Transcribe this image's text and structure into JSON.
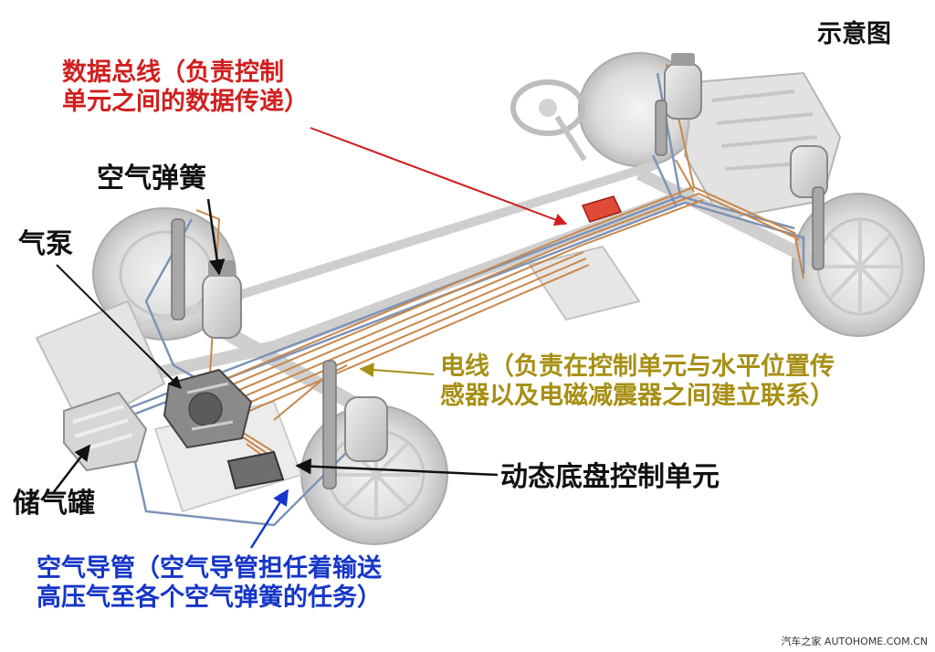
{
  "title": "示意图",
  "labels": {
    "data_bus": [
      "数据总线（负责控制",
      "单元之间的数据传递）"
    ],
    "air_spring": "空气弹簧",
    "air_pump": "气泵",
    "wire": [
      "电线（负责在控制单元与水平位置传",
      "感器以及电磁减震器之间建立联系）"
    ],
    "control_unit": "动态底盘控制单元",
    "air_tank": "储气罐",
    "air_duct": [
      "空气导管（空气导管担任着输送",
      "高压气至各个空气弹簧的任务）"
    ]
  },
  "watermark": "汽车之家 AUTOHOME.COM.CN",
  "colors": {
    "red": "#d11f1f",
    "olive": "#a78f14",
    "blue": "#1536c8",
    "black": "#111111",
    "wire": "#c9874a",
    "pipe": "#7d93b8"
  }
}
